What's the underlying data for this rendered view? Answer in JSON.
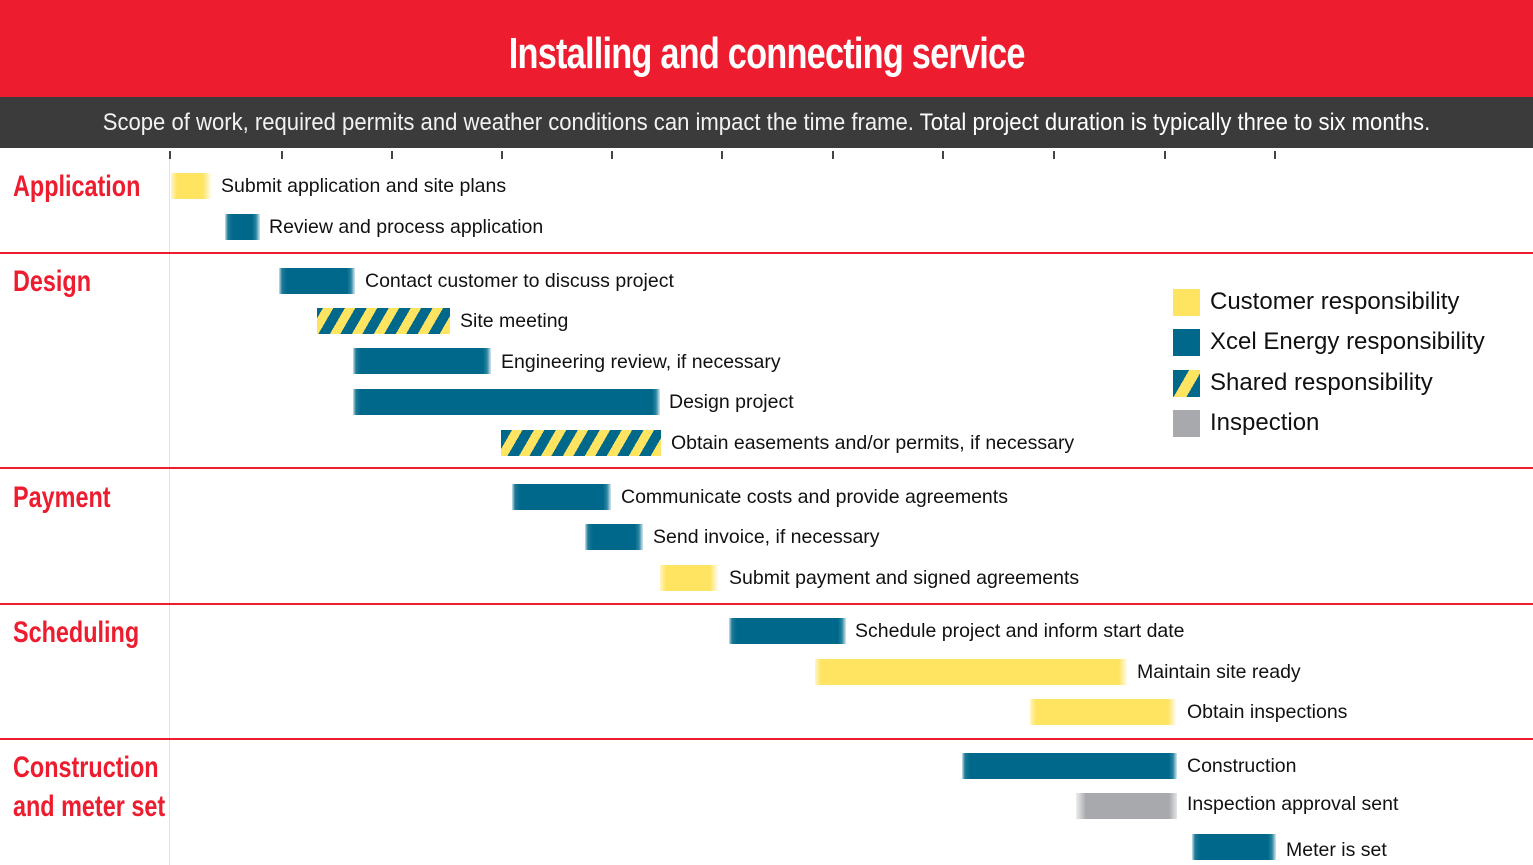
{
  "header": {
    "title": "Installing and connecting service",
    "subtitle_light": "Scope of work, required permits and weather conditions can impact the time frame.",
    "subtitle_strong": "Total project duration is typically three to six months."
  },
  "colors": {
    "header_red": "#ED1C2E",
    "subtitle_bg": "#3B3B3B",
    "customer": "#FFE462",
    "xcel": "#00688A",
    "inspection": "#A7A9AC"
  },
  "legend": [
    {
      "key": "customer",
      "label": "Customer responsibility"
    },
    {
      "key": "xcel",
      "label": "Xcel Energy responsibility"
    },
    {
      "key": "shared",
      "label": "Shared responsibility"
    },
    {
      "key": "inspection",
      "label": "Inspection"
    }
  ],
  "sections": [
    {
      "label": "Application"
    },
    {
      "label": "Design"
    },
    {
      "label": "Payment"
    },
    {
      "label": "Scheduling"
    },
    {
      "label_line1": "Construction",
      "label_line2": "and meter set"
    }
  ],
  "chart_data": {
    "type": "gantt",
    "title": "Installing and connecting service",
    "subtitle": "Scope of work, required permits and weather conditions can impact the time frame. Total project duration is typically three to six months.",
    "xlabel": "",
    "ylabel": "",
    "x_ticks_count": 11,
    "x_tick_labels": [],
    "grid": false,
    "legend_position": "right",
    "units": "tick intervals (unlabeled timeline, 0 = first tick)",
    "legend": [
      "Customer responsibility",
      "Xcel Energy responsibility",
      "Shared responsibility",
      "Inspection"
    ],
    "tasks": [
      {
        "section": "Application",
        "task": "Submit application and site plans",
        "responsibility": "Customer",
        "start": 0.0,
        "end": 0.35
      },
      {
        "section": "Application",
        "task": "Review and process application",
        "responsibility": "Xcel Energy",
        "start": 0.5,
        "end": 0.8
      },
      {
        "section": "Design",
        "task": "Contact customer to discuss project",
        "responsibility": "Xcel Energy",
        "start": 1.0,
        "end": 1.65
      },
      {
        "section": "Design",
        "task": "Site meeting",
        "responsibility": "Shared",
        "start": 1.35,
        "end": 2.5
      },
      {
        "section": "Design",
        "task": "Engineering review, if necessary",
        "responsibility": "Xcel Energy",
        "start": 1.68,
        "end": 2.9
      },
      {
        "section": "Design",
        "task": "Design project",
        "responsibility": "Xcel Energy",
        "start": 1.68,
        "end": 4.45
      },
      {
        "section": "Design",
        "task": "Obtain easements and/or permits, if necessary",
        "responsibility": "Shared",
        "start": 3.0,
        "end": 4.45
      },
      {
        "section": "Payment",
        "task": "Communicate costs and provide agreements",
        "responsibility": "Xcel Energy",
        "start": 3.1,
        "end": 3.95
      },
      {
        "section": "Payment",
        "task": "Send invoice, if necessary",
        "responsibility": "Xcel Energy",
        "start": 3.75,
        "end": 4.25
      },
      {
        "section": "Payment",
        "task": "Submit payment and signed agreements",
        "responsibility": "Customer",
        "start": 4.45,
        "end": 4.95
      },
      {
        "section": "Scheduling",
        "task": "Schedule project and inform start date",
        "responsibility": "Xcel Energy",
        "start": 5.05,
        "end": 6.1
      },
      {
        "section": "Scheduling",
        "task": "Maintain site ready",
        "responsibility": "Customer",
        "start": 5.85,
        "end": 8.65
      },
      {
        "section": "Scheduling",
        "task": "Obtain inspections",
        "responsibility": "Customer",
        "start": 7.8,
        "end": 9.1
      },
      {
        "section": "Construction and meter set",
        "task": "Construction",
        "responsibility": "Xcel Energy",
        "start": 7.25,
        "end": 9.1
      },
      {
        "section": "Construction and meter set",
        "task": "Inspection approval sent",
        "responsibility": "Inspection",
        "start": 8.3,
        "end": 9.1
      },
      {
        "section": "Construction and meter set",
        "task": "Meter is set",
        "responsibility": "Xcel Energy",
        "start": 9.25,
        "end": 10.0
      }
    ]
  },
  "bars": [
    {
      "label": "Submit application and site plans",
      "type": "customer"
    },
    {
      "label": "Review and process application",
      "type": "xcel"
    },
    {
      "label": "Contact customer to discuss project",
      "type": "xcel"
    },
    {
      "label": "Site meeting",
      "type": "shared"
    },
    {
      "label": "Engineering review, if necessary",
      "type": "xcel"
    },
    {
      "label": "Design project",
      "type": "xcel"
    },
    {
      "label": "Obtain easements and/or permits, if necessary",
      "type": "shared"
    },
    {
      "label": "Communicate costs and provide agreements",
      "type": "xcel"
    },
    {
      "label": "Send invoice, if necessary",
      "type": "xcel"
    },
    {
      "label": "Submit payment and signed agreements",
      "type": "customer"
    },
    {
      "label": "Schedule project and inform start date",
      "type": "xcel"
    },
    {
      "label": "Maintain site ready",
      "type": "customer"
    },
    {
      "label": "Obtain inspections",
      "type": "customer"
    },
    {
      "label": "Construction",
      "type": "xcel"
    },
    {
      "label": "Inspection approval sent",
      "type": "inspection"
    },
    {
      "label": "Meter is set",
      "type": "xcel"
    }
  ]
}
